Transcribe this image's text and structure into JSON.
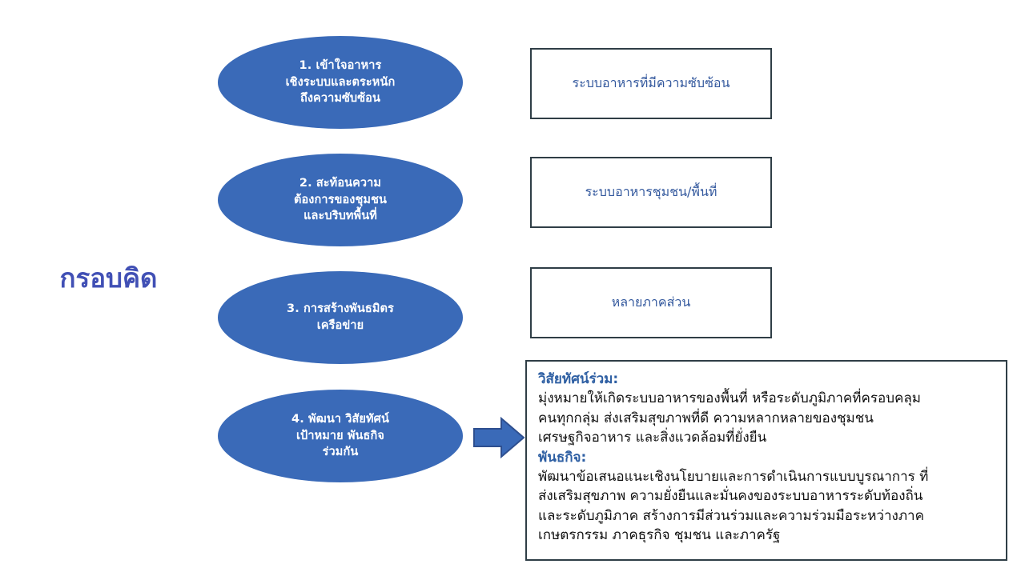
{
  "slide": {
    "frame_label": "กรอบคิด",
    "colors": {
      "ellipse_fill": "#3A6AB8",
      "ellipse_text": "#FFFFFF",
      "box_border": "#2F3E46",
      "box_text": "#34599E",
      "frame_label_text": "#4150B5",
      "heading_text": "#2E5FA3",
      "body_text": "#111111",
      "arrow_fill": "#3A6AB8",
      "arrow_stroke": "#2E4F8F",
      "background": "#FFFFFF"
    }
  },
  "steps": [
    {
      "number": "1.",
      "ellipse_text": "1. เข้าใจอาหาร\nเชิงระบบและตระหนัก\nถึงความซับซ้อน",
      "result_text": "ระบบอาหารที่มีความซับซ้อน"
    },
    {
      "number": "2.",
      "ellipse_text": "2. สะท้อนความ\nต้องการของชุมชน\nและบริบทพื้นที่",
      "result_text": "ระบบอาหารชุมชน/พื้นที่"
    },
    {
      "number": "3.",
      "ellipse_text": "3. การสร้างพันธมิตร\nเครือข่าย",
      "result_text": "หลายภาคส่วน"
    },
    {
      "number": "4.",
      "ellipse_text": "4. พัฒนา วิสัยทัศน์\nเป้าหมาย พันธกิจ\nร่วมกัน",
      "result_text": ""
    }
  ],
  "arrow": {
    "icon": "right-arrow-icon",
    "direction": "right"
  },
  "vision_mission": {
    "vision_heading": "วิสัยทัศน์ร่วม:",
    "vision_body": "มุ่งหมายให้เกิดระบบอาหารของพื้นที่ หรือระดับภูมิภาคที่ครอบคลุม\nคนทุกกลุ่ม ส่งเสริมสุขภาพที่ดี ความหลากหลายของชุมชน\nเศรษฐกิจอาหาร และสิ่งแวดล้อมที่ยั่งยืน",
    "mission_heading": "พันธกิจ:",
    "mission_body": "พัฒนาข้อเสนอแนะเชิงนโยบายและการดำเนินการแบบบูรณาการ ที่\nส่งเสริมสุขภาพ ความยั่งยืนและมั่นคงของระบบอาหารระดับท้องถิ่น\nและระดับภูมิภาค สร้างการมีส่วนร่วมและความร่วมมือระหว่างภาค\nเกษตรกรรม ภาคธุรกิจ ชุมชน และภาครัฐ"
  }
}
